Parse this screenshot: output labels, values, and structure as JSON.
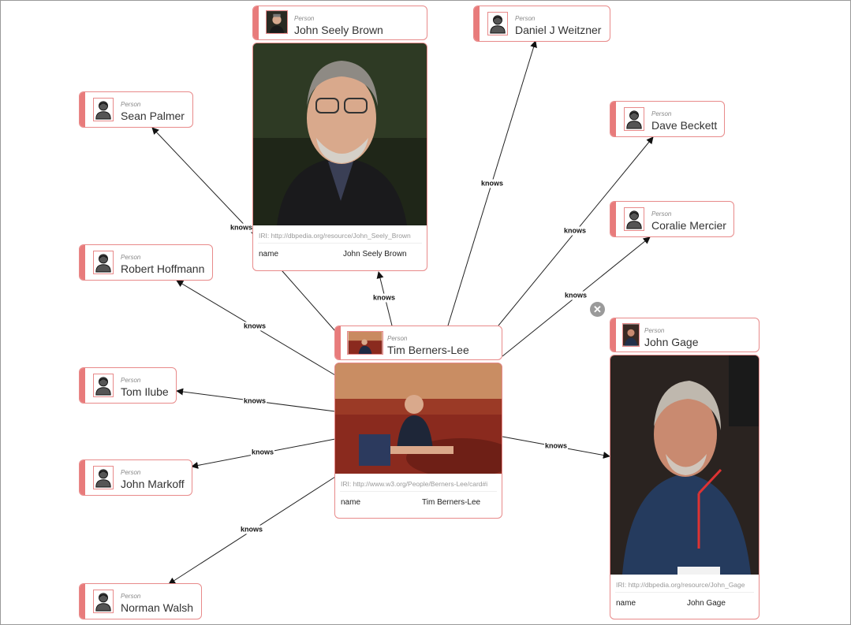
{
  "type_label": "Person",
  "edge_label": "knows",
  "colors": {
    "accent": "#e87b7b",
    "border": "#e88a8a"
  },
  "center": {
    "label": "Tim Berners-Lee",
    "iri": "IRI: http://www.w3.org/People/Berners-Lee/card#i",
    "prop_name": "name",
    "prop_value": "Tim Berners-Lee"
  },
  "nodes": {
    "john_seely_brown": {
      "label": "John Seely Brown",
      "iri": "IRI: http://dbpedia.org/resource/John_Seely_Brown",
      "prop_name": "name",
      "prop_value": "John Seely Brown"
    },
    "daniel_weitzner": {
      "label": "Daniel J Weitzner"
    },
    "sean_palmer": {
      "label": "Sean Palmer"
    },
    "dave_beckett": {
      "label": "Dave Beckett"
    },
    "coralie_mercier": {
      "label": "Coralie Mercier"
    },
    "robert_hoffmann": {
      "label": "Robert Hoffmann"
    },
    "tom_ilube": {
      "label": "Tom Ilube"
    },
    "john_markoff": {
      "label": "John Markoff"
    },
    "norman_walsh": {
      "label": "Norman Walsh"
    },
    "john_gage": {
      "label": "John Gage",
      "iri": "IRI: http://dbpedia.org/resource/John_Gage",
      "prop_name": "name",
      "prop_value": "John Gage"
    }
  },
  "close_icon": "close-icon"
}
